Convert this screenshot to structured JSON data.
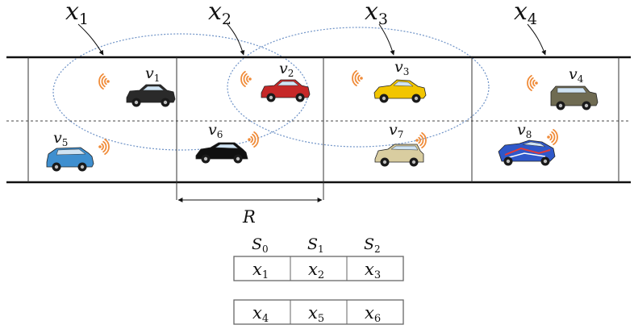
{
  "segment_labels": [
    {
      "base": "x",
      "sub": "1"
    },
    {
      "base": "x",
      "sub": "2"
    },
    {
      "base": "x",
      "sub": "3"
    },
    {
      "base": "x",
      "sub": "4"
    }
  ],
  "vehicles": [
    {
      "base": "v",
      "sub": "1",
      "color": "#2a2a2a",
      "body": "sedan"
    },
    {
      "base": "v",
      "sub": "2",
      "color": "#c62828",
      "body": "sedan"
    },
    {
      "base": "v",
      "sub": "3",
      "color": "#f2c500",
      "body": "sports"
    },
    {
      "base": "v",
      "sub": "4",
      "color": "#6f6b52",
      "body": "suv"
    },
    {
      "base": "v",
      "sub": "5",
      "color": "#3f8fcf",
      "body": "minivan"
    },
    {
      "base": "v",
      "sub": "6",
      "color": "#101010",
      "body": "hatch"
    },
    {
      "base": "v",
      "sub": "7",
      "color": "#d9cda0",
      "body": "wagon"
    },
    {
      "base": "v",
      "sub": "8",
      "color": "#2f58c9",
      "body": "racer"
    }
  ],
  "range_label": "R",
  "state_headers": [
    {
      "base": "S",
      "sub": "0"
    },
    {
      "base": "S",
      "sub": "1"
    },
    {
      "base": "S",
      "sub": "2"
    }
  ],
  "state_rows": [
    [
      {
        "base": "x",
        "sub": "1"
      },
      {
        "base": "x",
        "sub": "2"
      },
      {
        "base": "x",
        "sub": "3"
      }
    ],
    [
      {
        "base": "x",
        "sub": "4"
      },
      {
        "base": "x",
        "sub": "5"
      },
      {
        "base": "x",
        "sub": "6"
      }
    ]
  ],
  "colors": {
    "road": "#111111",
    "ellipse": "#6f93c7",
    "signal": "#f08c3a",
    "window": "#cfe3f3",
    "wheel": "#1a1a1a"
  }
}
